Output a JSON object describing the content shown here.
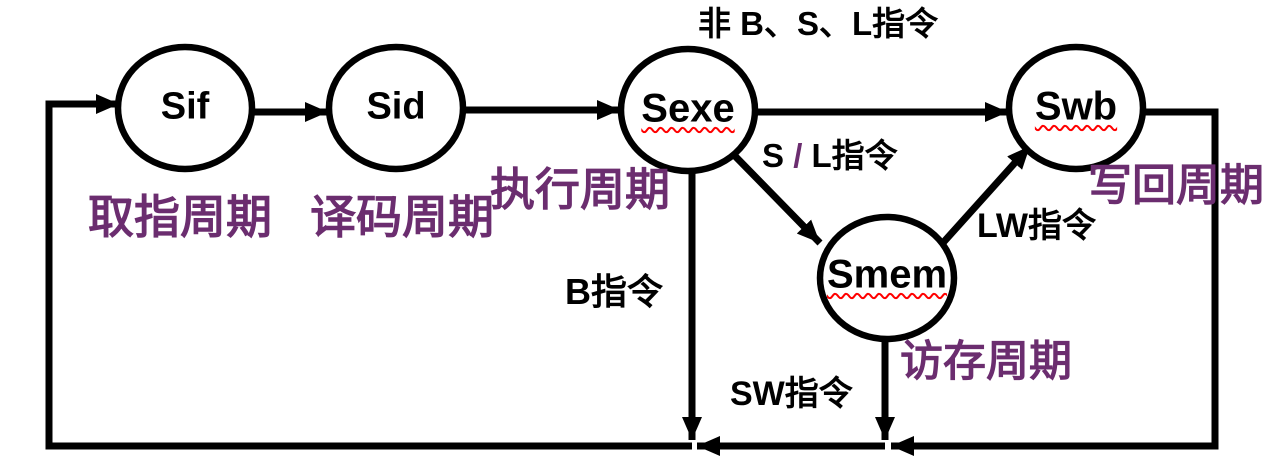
{
  "background": "#ffffff",
  "colors": {
    "line": "#000000",
    "state_fill": "#ffffff",
    "state_stroke": "#000000",
    "cycle_label_text": "#6B2D6F",
    "slash_accent": "#6B2D6F",
    "spellcheck_underline": "#ff0000"
  },
  "states": {
    "sif": {
      "label": "Sif",
      "cycle": "取指周期"
    },
    "sid": {
      "label": "Sid",
      "cycle": "译码周期"
    },
    "sexe": {
      "label": "Sexe",
      "cycle": "执行周期"
    },
    "smem": {
      "label": "Smem",
      "cycle": "访存周期"
    },
    "swb": {
      "label": "Swb",
      "cycle": "写回周期"
    }
  },
  "edges": {
    "non_bsl": "非 B、S、L指令",
    "sl": {
      "s": "S ",
      "slash": "/",
      "l": " L指令"
    },
    "lw": "LW指令",
    "b": "B指令",
    "sw": "SW指令"
  }
}
